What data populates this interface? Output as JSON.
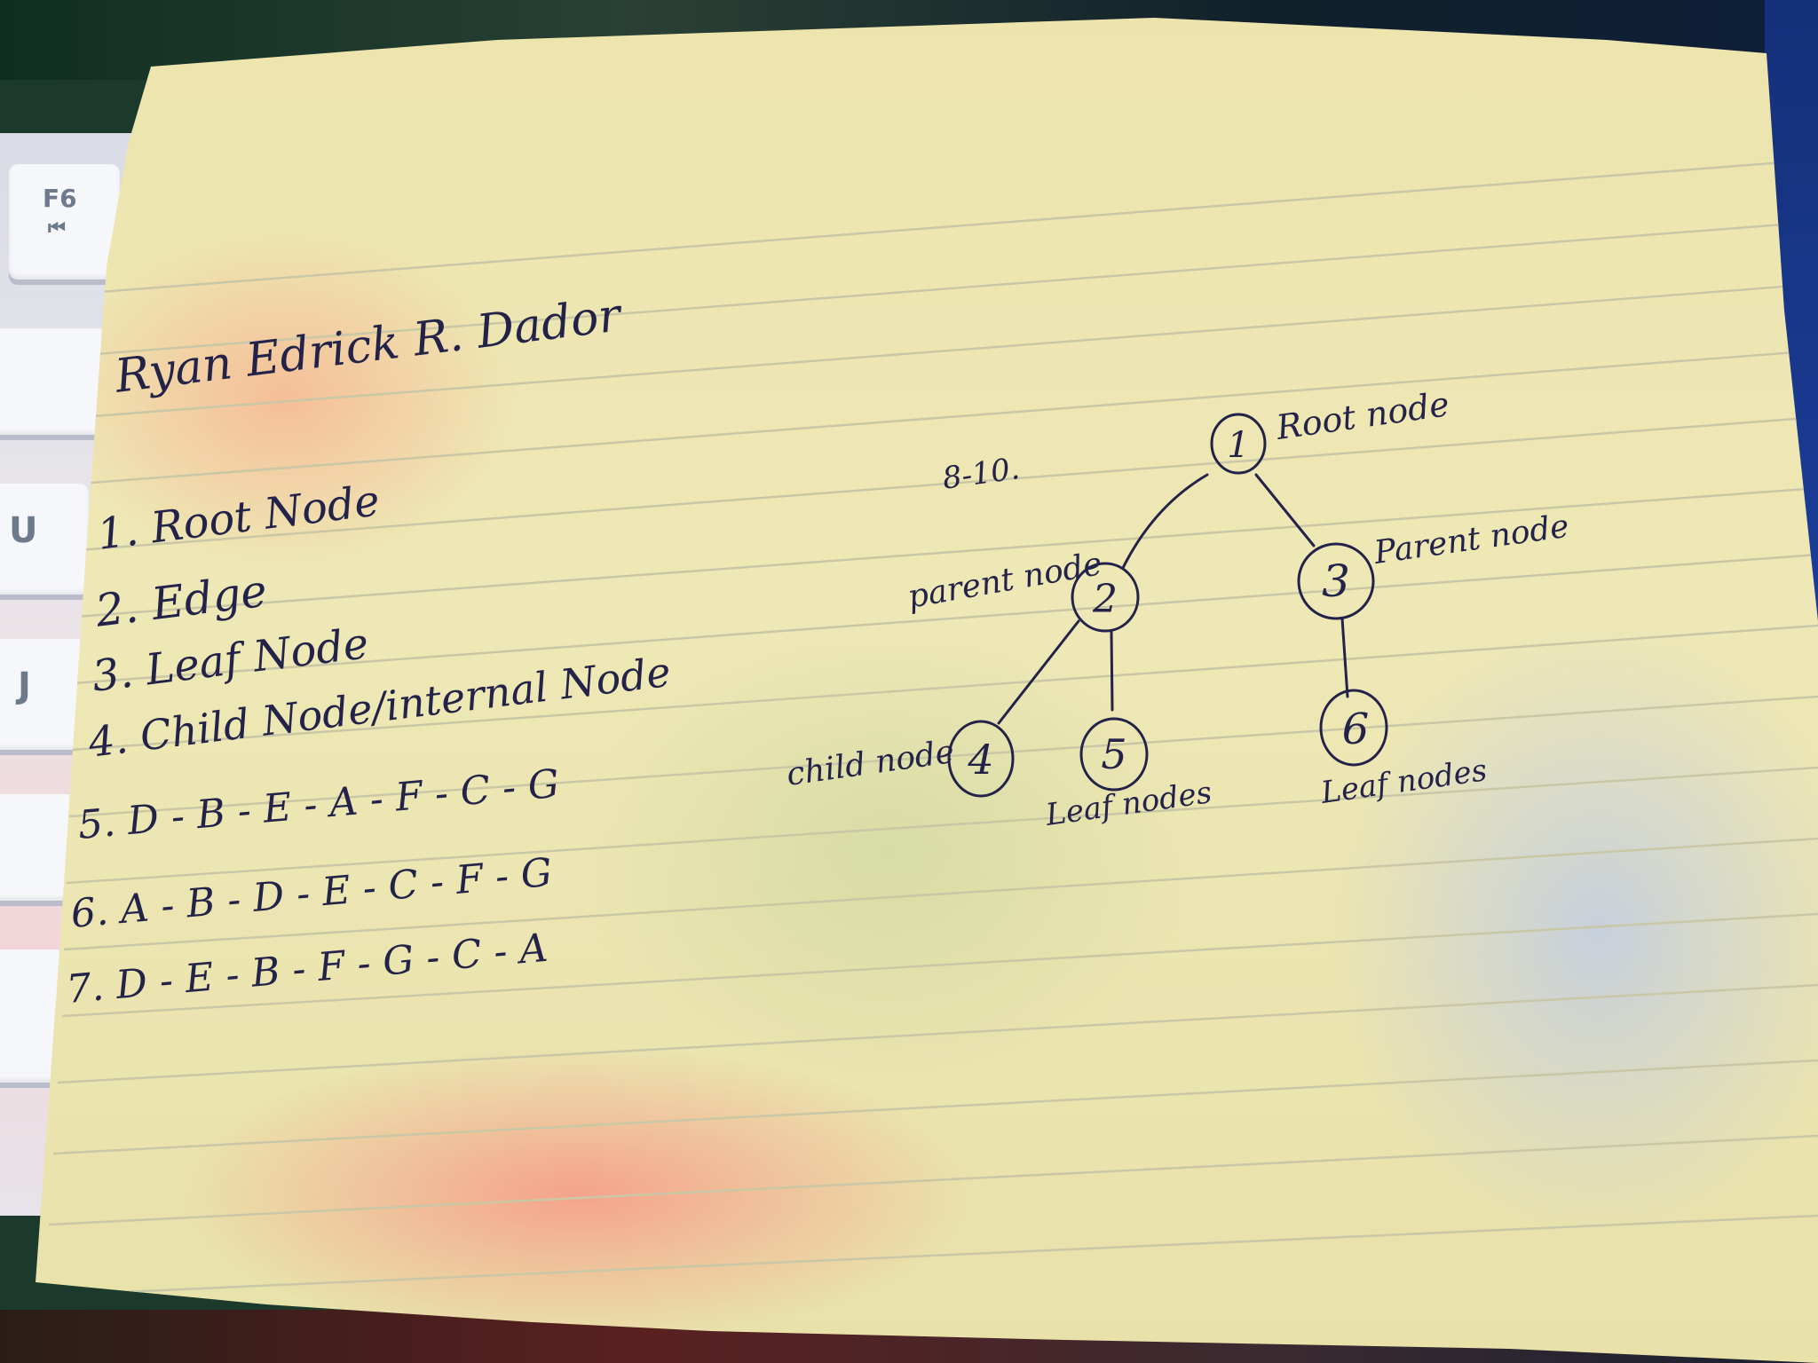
{
  "keyboard": {
    "keys": [
      {
        "label": "F6",
        "sub": "⏮"
      },
      {
        "label": "U"
      },
      {
        "label": "J"
      }
    ]
  },
  "note": {
    "name": "Ryan Edrick R. Dador",
    "range_label": "8-10.",
    "list": [
      {
        "num": "1.",
        "text": "Root Node"
      },
      {
        "num": "2.",
        "text": "Edge"
      },
      {
        "num": "3.",
        "text": "Leaf Node"
      },
      {
        "num": "4.",
        "text": "Child Node/internal Node"
      },
      {
        "num": "5.",
        "text": "D - B - E - A - F - C - G"
      },
      {
        "num": "6.",
        "text": "A - B - D - E - C - F - G"
      },
      {
        "num": "7.",
        "text": "D - E - B - F - G - C - A"
      }
    ],
    "tree": {
      "nodes": [
        "1",
        "2",
        "3",
        "4",
        "5",
        "6"
      ],
      "labels": {
        "root": "Root node",
        "parent_left": "parent node",
        "parent_right": "Parent node",
        "child": "child node",
        "leaf_middle": "Leaf nodes",
        "leaf_right": "Leaf nodes"
      }
    }
  },
  "colors": {
    "ink": "#23234a",
    "paper": "#ede4ad",
    "rule": "#c9c7a6"
  }
}
